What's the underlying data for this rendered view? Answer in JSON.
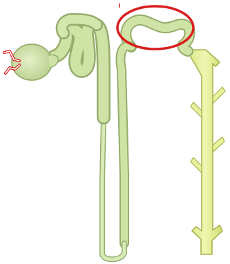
{
  "diagram": {
    "subject": "nephron",
    "parts": [
      {
        "id": "afferent-arteriole",
        "icon": "red-vessel-icon"
      },
      {
        "id": "glomerular-capsule",
        "icon": "capsule-icon"
      },
      {
        "id": "proximal-tubule",
        "icon": "tubule-icon"
      },
      {
        "id": "loop-of-henle",
        "icon": "loop-icon"
      },
      {
        "id": "distal-tubule",
        "icon": "tubule-icon"
      },
      {
        "id": "collecting-duct",
        "icon": "duct-icon"
      }
    ],
    "highlight": {
      "target": "distal-tubule",
      "shape": "ellipse",
      "color": "#d81e1e"
    },
    "colors": {
      "tubule_fill": "#cfe3a6",
      "tubule_outline": "#95ad6c",
      "duct_fill": "#e8f29c",
      "duct_outline": "#a7b44f",
      "vessel": "#d91f1f",
      "background": "#ffffff"
    }
  }
}
